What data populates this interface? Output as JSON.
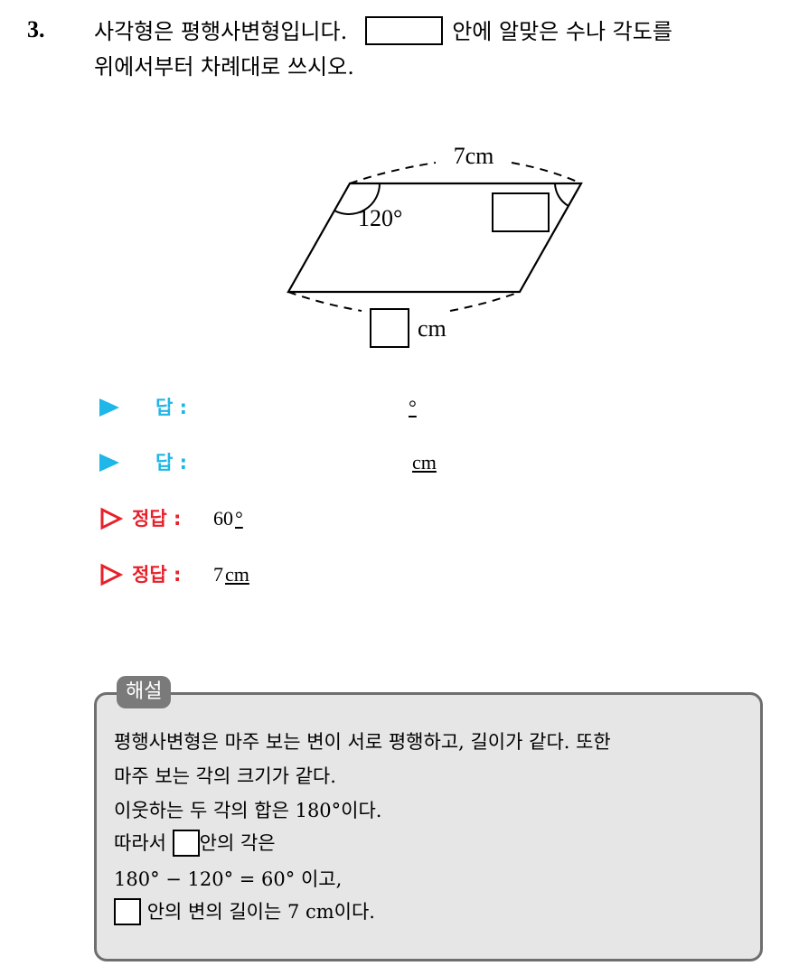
{
  "question": {
    "number": "3.",
    "line1_part1": "사각형은 평행사변형입니다.",
    "line1_part2": "안에 알맞은 수나 각도를",
    "line2": "위에서부터 차례대로 쓰시오."
  },
  "figure": {
    "top_length": "7cm",
    "angle": "120°",
    "bottom_unit": "cm"
  },
  "answers": [
    {
      "label": "답 :",
      "unit": "°"
    },
    {
      "label": "답 :",
      "unit": "cm"
    }
  ],
  "correct": [
    {
      "label": "정답 :",
      "value": "60",
      "unit": "°"
    },
    {
      "label": "정답 :",
      "value": "7",
      "unit": "cm"
    }
  ],
  "explanation": {
    "title": "해설",
    "line1": "평행사변형은 마주 보는 변이 서로 평행하고, 길이가 같다. 또한",
    "line2": "마주 보는 각의 크기가 같다.",
    "line3": "이웃하는 두 각의 합은 180°이다.",
    "line4_prefix": "따라서",
    "line4_suffix": "안의 각은",
    "line5": "180° − 120° = 60° 이고,",
    "line6_suffix": "안의 변의 길이는 7 cm이다."
  },
  "colors": {
    "answer_blue": "#1fb6e8",
    "correct_red": "#e8202a",
    "explain_bg": "#e6e6e6",
    "explain_border": "#6e6e6e"
  }
}
